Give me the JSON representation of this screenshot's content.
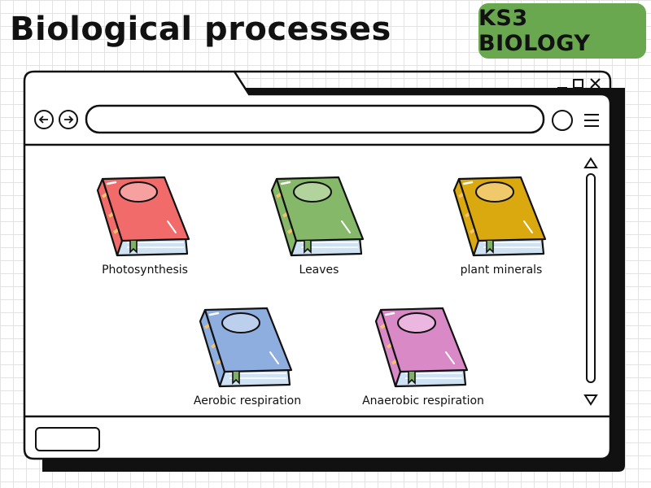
{
  "header": {
    "title": "Biological processes",
    "badge": "KS3 BIOLOGY",
    "badge_color": "#6aa84f"
  },
  "browser": {
    "address_value": "",
    "icons": {
      "back": "arrow-left-icon",
      "forward": "arrow-right-icon",
      "refresh": "circle-icon",
      "menu": "hamburger-menu-icon",
      "minimize": "minimize-icon",
      "maximize": "maximize-icon",
      "close": "close-icon",
      "scroll_up": "triangle-up-icon",
      "scroll_down": "triangle-down-icon"
    }
  },
  "books": [
    {
      "label": "Photosynthesis",
      "color": "#f26b6b",
      "badge": "#f7a0a0"
    },
    {
      "label": "Leaves",
      "color": "#86b86a",
      "badge": "#b2d39b"
    },
    {
      "label": "plant minerals",
      "color": "#d9a90f",
      "badge": "#f0c96a"
    },
    {
      "label": "Aerobic respiration",
      "color": "#8eaee0",
      "badge": "#bcd0ee"
    },
    {
      "label": "Anaerobic respiration",
      "color": "#d98ac6",
      "badge": "#ebb6df"
    }
  ]
}
